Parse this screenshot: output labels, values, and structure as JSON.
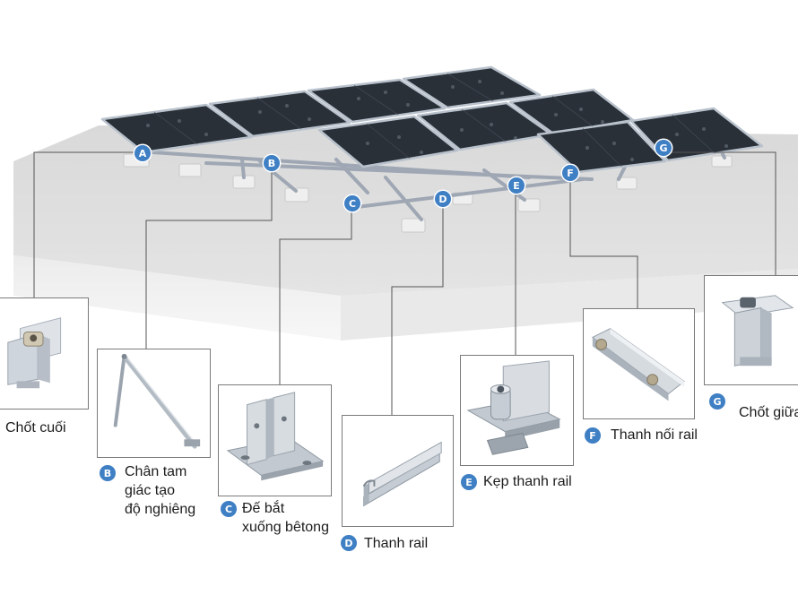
{
  "accent_color": "#3f7fc4",
  "components": [
    {
      "letter": "A",
      "lines": [
        "Chốt cuối"
      ],
      "icon": "end-clamp-icon"
    },
    {
      "letter": "B",
      "lines": [
        "Chân tam",
        "giác tạo",
        "độ nghiêng"
      ],
      "icon": "triangle-leg-icon"
    },
    {
      "letter": "C",
      "lines": [
        "Đế bắt",
        "xuống bêtong"
      ],
      "icon": "concrete-base-icon"
    },
    {
      "letter": "D",
      "lines": [
        "Thanh rail"
      ],
      "icon": "rail-icon"
    },
    {
      "letter": "E",
      "lines": [
        "Kẹp thanh rail"
      ],
      "icon": "rail-clamp-icon"
    },
    {
      "letter": "F",
      "lines": [
        "Thanh nối rail"
      ],
      "icon": "rail-splice-icon"
    },
    {
      "letter": "G",
      "lines": [
        "Chốt giữa"
      ],
      "icon": "mid-clamp-icon"
    }
  ]
}
